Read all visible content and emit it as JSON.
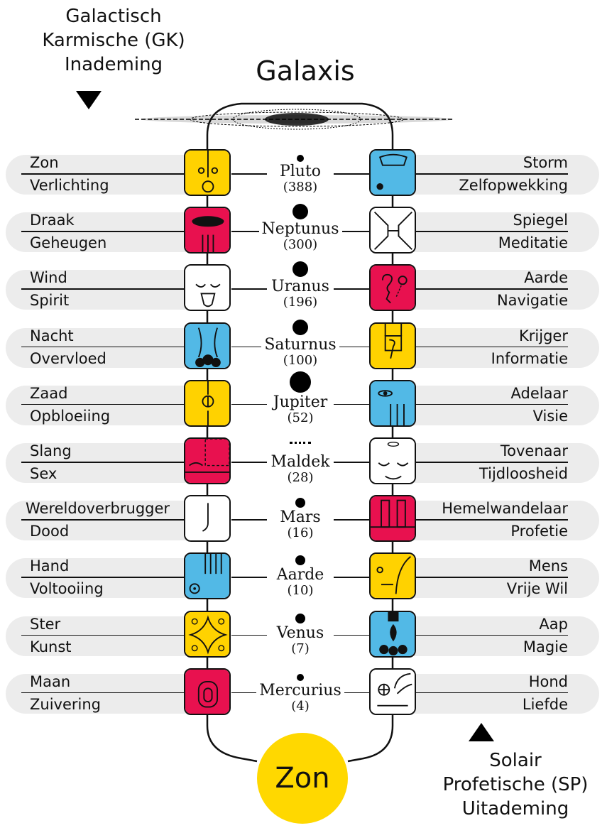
{
  "top_left_label": [
    "Galactisch",
    "Karmische (GK)",
    "Inademing"
  ],
  "bottom_right_label": [
    "Solair",
    "Profetische (SP)",
    "Uitademing"
  ],
  "galaxy_title": "Galaxis",
  "sun_label": "Zon",
  "colors": {
    "yellow": "#ffd200",
    "red": "#e8114f",
    "blue": "#52b9e6",
    "white": "#ffffff",
    "row_bg": "#ececec",
    "sun": "#ffd800"
  },
  "rows": [
    {
      "left": [
        "Zon",
        "Verlichting"
      ],
      "left_color": "#ffd200",
      "left_icon": "sun-glyph-icon",
      "planet": "Pluto",
      "number": "(388)",
      "right": [
        "Storm",
        "Zelfopwekking"
      ],
      "right_color": "#52b9e6",
      "right_icon": "storm-glyph-icon"
    },
    {
      "left": [
        "Draak",
        "Geheugen"
      ],
      "left_color": "#e8114f",
      "left_icon": "dragon-glyph-icon",
      "planet": "Neptunus",
      "number": "(300)",
      "right": [
        "Spiegel",
        "Meditatie"
      ],
      "right_color": "#ffffff",
      "right_icon": "mirror-glyph-icon"
    },
    {
      "left": [
        "Wind",
        "Spirit"
      ],
      "left_color": "#ffffff",
      "left_icon": "wind-glyph-icon",
      "planet": "Uranus",
      "number": "(196)",
      "right": [
        "Aarde",
        "Navigatie"
      ],
      "right_color": "#e8114f",
      "right_icon": "earth-glyph-icon"
    },
    {
      "left": [
        "Nacht",
        "Overvloed"
      ],
      "left_color": "#52b9e6",
      "left_icon": "night-glyph-icon",
      "planet": "Saturnus",
      "number": "(100)",
      "right": [
        "Krijger",
        "Informatie"
      ],
      "right_color": "#ffd200",
      "right_icon": "warrior-glyph-icon"
    },
    {
      "left": [
        "Zaad",
        "Opbloeiing"
      ],
      "left_color": "#ffd200",
      "left_icon": "seed-glyph-icon",
      "planet": "Jupiter",
      "number": "(52)",
      "right": [
        "Adelaar",
        "Visie"
      ],
      "right_color": "#52b9e6",
      "right_icon": "eagle-glyph-icon"
    },
    {
      "left": [
        "Slang",
        "Sex"
      ],
      "left_color": "#e8114f",
      "left_icon": "serpent-glyph-icon",
      "planet": "Maldek",
      "number": "(28)",
      "right": [
        "Tovenaar",
        "Tijdloosheid"
      ],
      "right_color": "#ffffff",
      "right_icon": "wizard-glyph-icon"
    },
    {
      "left": [
        "Wereldoverbrugger",
        "Dood"
      ],
      "left_color": "#ffffff",
      "left_icon": "worldbridger-glyph-icon",
      "planet": "Mars",
      "number": "(16)",
      "right": [
        "Hemelwandelaar",
        "Profetie"
      ],
      "right_color": "#e8114f",
      "right_icon": "skywalker-glyph-icon"
    },
    {
      "left": [
        "Hand",
        "Voltooiing"
      ],
      "left_color": "#52b9e6",
      "left_icon": "hand-glyph-icon",
      "planet": "Aarde",
      "number": "(10)",
      "right": [
        "Mens",
        "Vrije Wil"
      ],
      "right_color": "#ffd200",
      "right_icon": "human-glyph-icon"
    },
    {
      "left": [
        "Ster",
        "Kunst"
      ],
      "left_color": "#ffd200",
      "left_icon": "star-glyph-icon",
      "planet": "Venus",
      "number": "(7)",
      "right": [
        "Aap",
        "Magie"
      ],
      "right_color": "#52b9e6",
      "right_icon": "monkey-glyph-icon"
    },
    {
      "left": [
        "Maan",
        "Zuivering"
      ],
      "left_color": "#e8114f",
      "left_icon": "moon-glyph-icon",
      "planet": "Mercurius",
      "number": "(4)",
      "right": [
        "Hond",
        "Liefde"
      ],
      "right_color": "#ffffff",
      "right_icon": "dog-glyph-icon"
    }
  ]
}
